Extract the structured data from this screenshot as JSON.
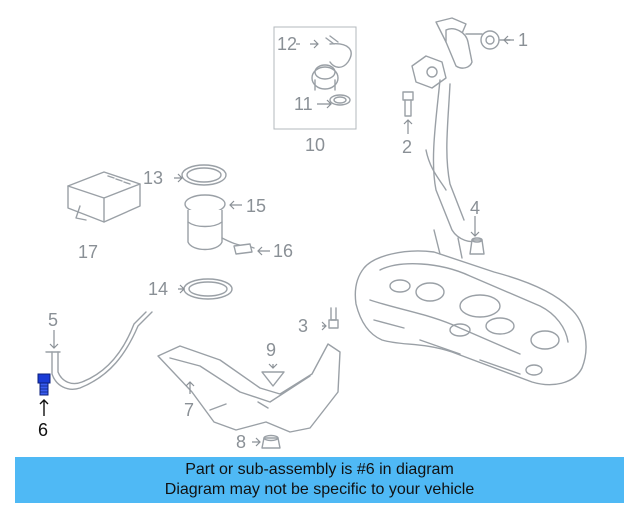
{
  "diagram": {
    "callouts": {
      "c1": "1",
      "c2": "2",
      "c3": "3",
      "c4": "4",
      "c5": "5",
      "c6": "6",
      "c7": "7",
      "c8": "8",
      "c9": "9",
      "c10": "10",
      "c11": "11",
      "c12": "12",
      "c13": "13",
      "c14": "14",
      "c15": "15",
      "c16": "16",
      "c17": "17"
    },
    "highlighted_part": "6",
    "highlight_color": "#1a3bd6",
    "line_color": "#9aa0a6"
  },
  "banner": {
    "line1": "Part or sub-assembly is #6 in diagram",
    "line2": "Diagram may not be specific to your vehicle",
    "background": "#4fb9f5"
  }
}
